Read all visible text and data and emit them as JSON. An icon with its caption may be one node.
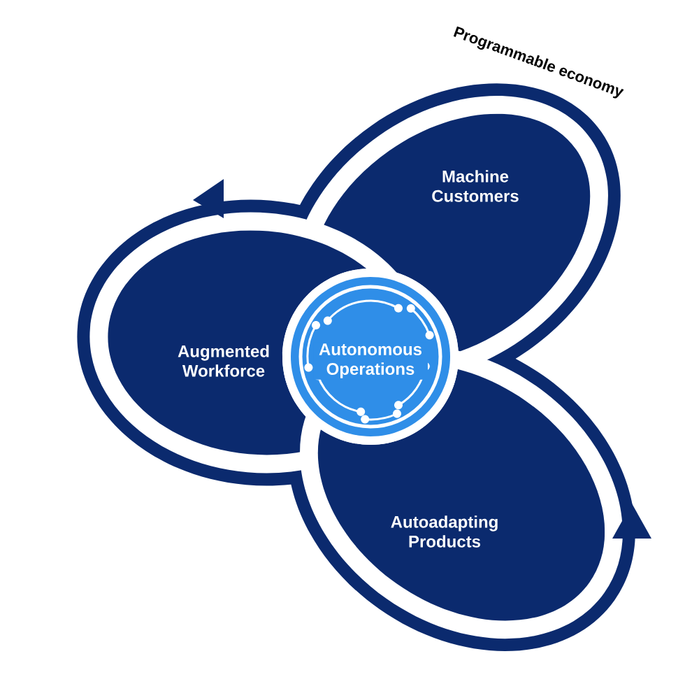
{
  "diagram": {
    "nodes": [
      {
        "text": [
          "Machine Customers"
        ]
      },
      {
        "text": [
          "Augmented Workforce"
        ]
      },
      {
        "text": [
          "Autoadapting Products"
        ]
      },
      {
        "text": [
          "Autonomous Operations"
        ]
      }
    ],
    "labels": [
      "Programmable economy"
    ]
  }
}
